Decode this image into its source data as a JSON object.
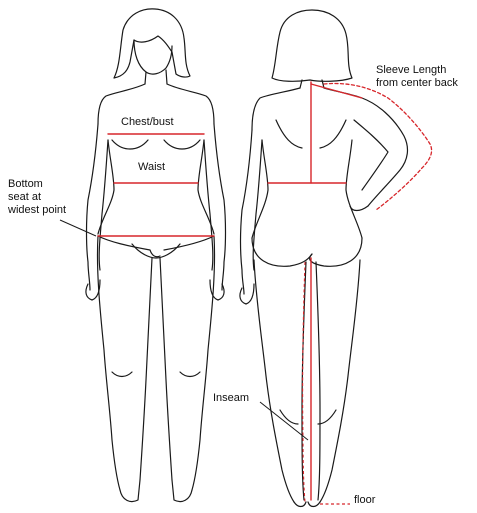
{
  "labels": {
    "chest": "Chest/bust",
    "waist": "Waist",
    "bottom": [
      "Bottom",
      "seat at",
      "widest point"
    ],
    "sleeve": [
      "Sleeve Length",
      "from center back"
    ],
    "inseam": "Inseam",
    "floor": "floor"
  },
  "colors": {
    "outline": "#1a1a1a",
    "measure": "#d7262b"
  }
}
